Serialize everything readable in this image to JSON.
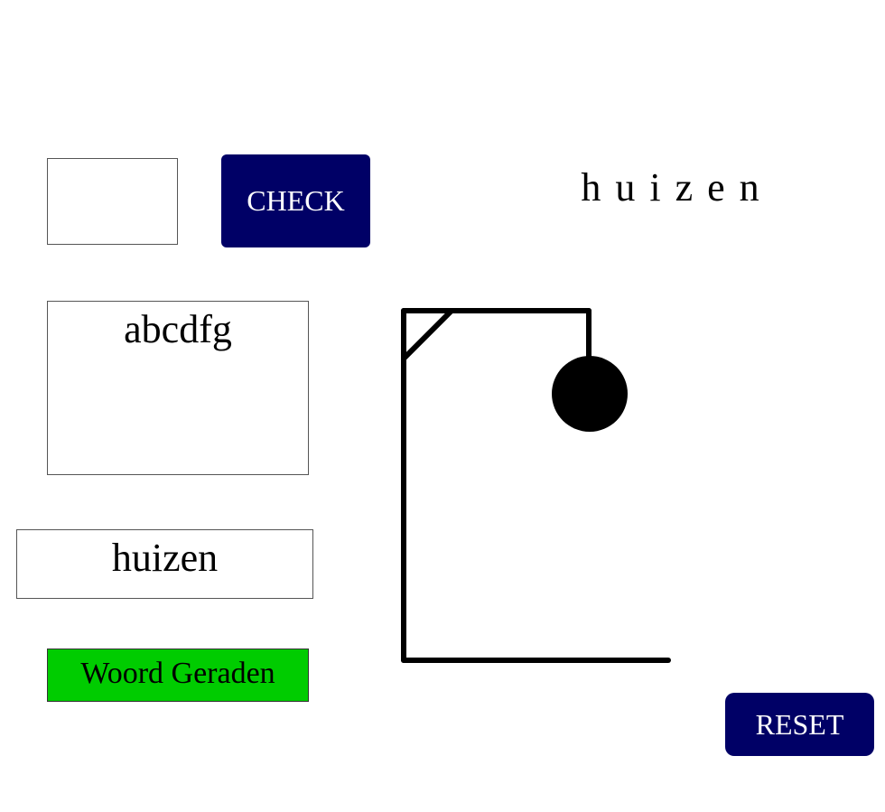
{
  "letter_input": {
    "value": "",
    "placeholder": ""
  },
  "check_button": {
    "label": "CHECK"
  },
  "masked_word": "huizen",
  "guessed_letters": "abcdfg",
  "answer_word": "huizen",
  "status": {
    "text": "Woord Geraden",
    "color": "#00cc00"
  },
  "reset_button": {
    "label": "RESET"
  },
  "hangman": {
    "wrong_guesses": 1,
    "parts_shown": [
      "gallows",
      "head"
    ]
  },
  "colors": {
    "button_bg": "#000066",
    "button_text": "#ffffff",
    "border": "#555555"
  }
}
